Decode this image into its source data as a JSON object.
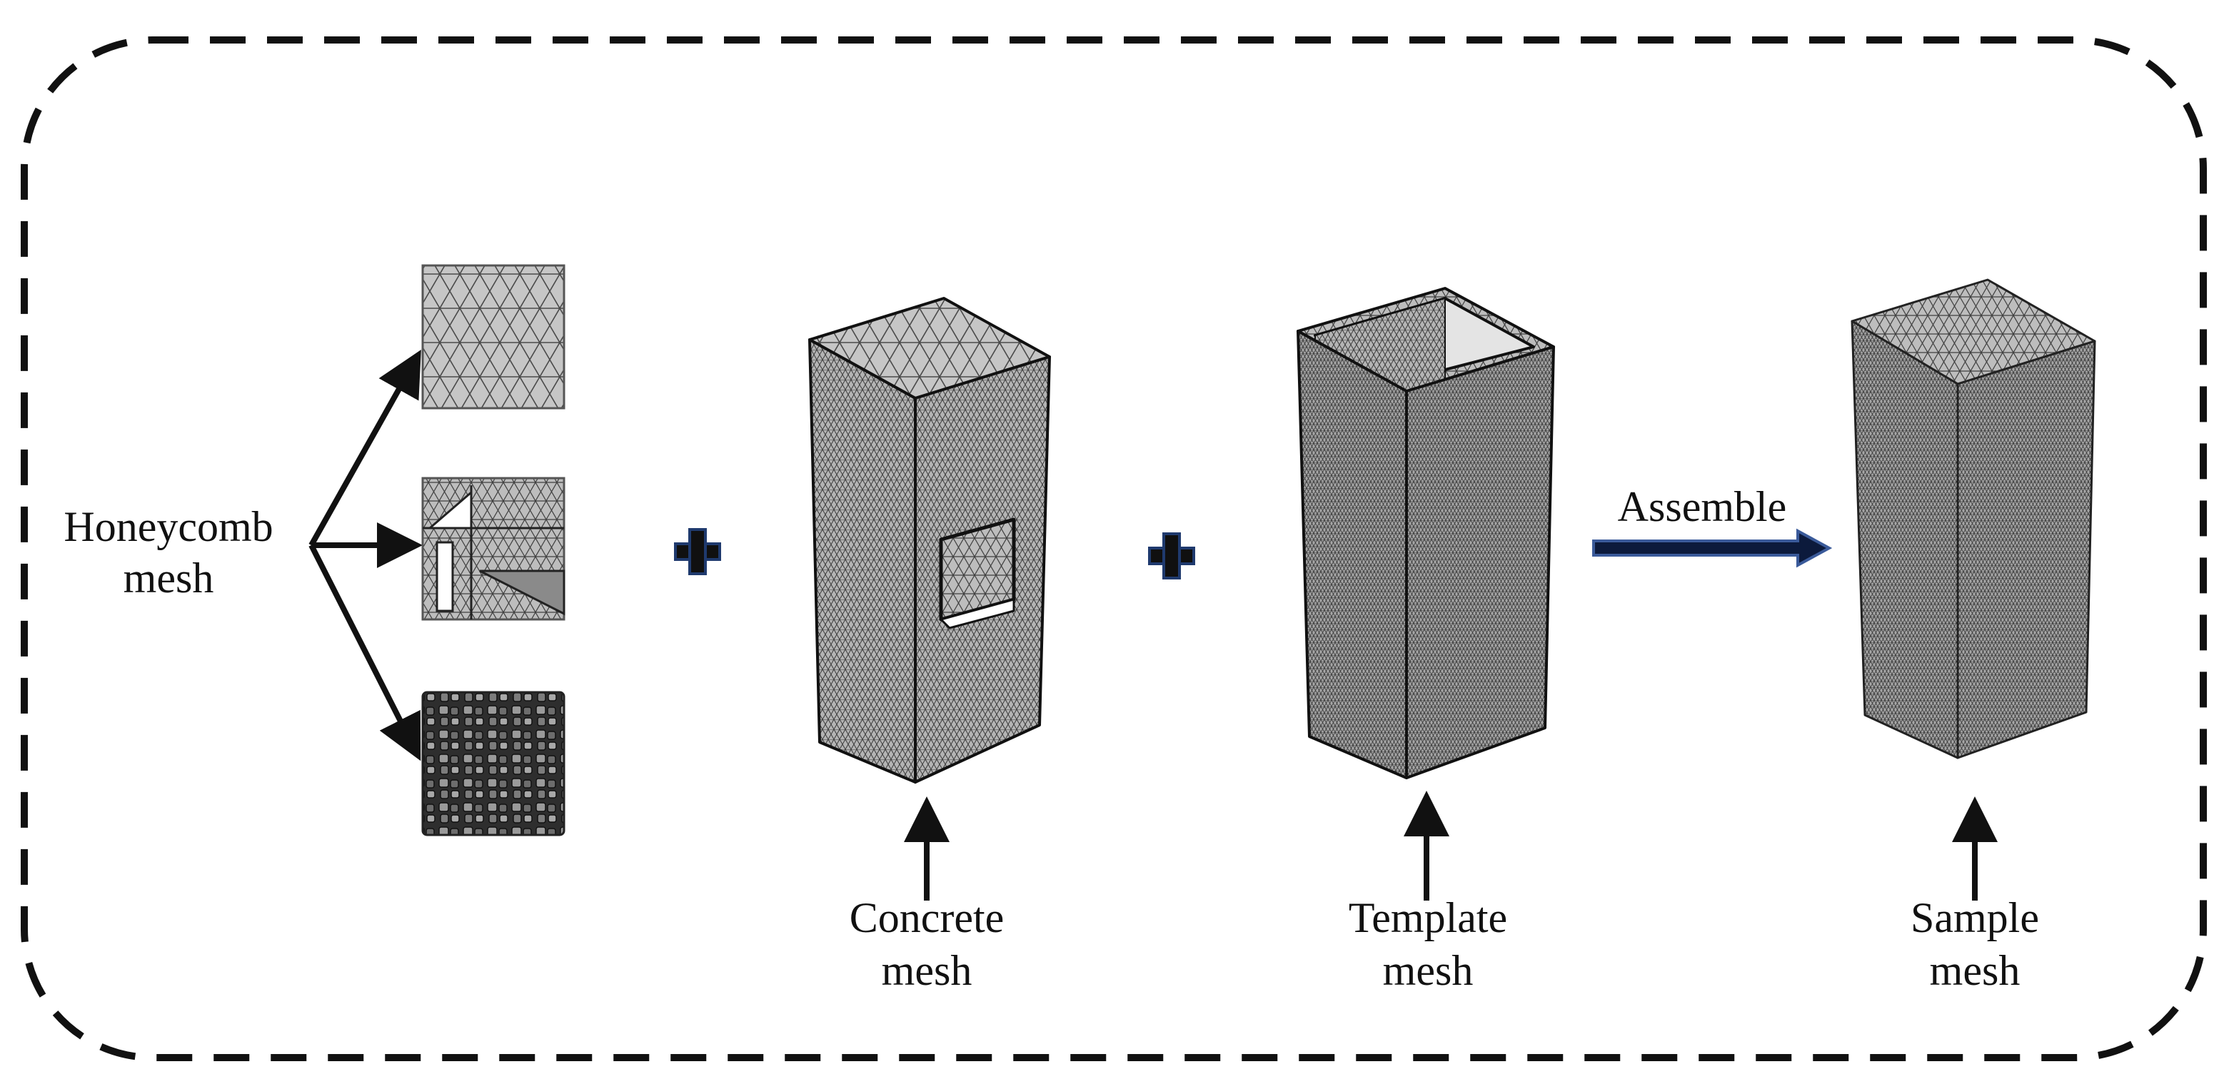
{
  "labels": {
    "honeycomb_line1": "Honeycomb",
    "honeycomb_line2": "mesh",
    "concrete_line1": "Concrete",
    "concrete_line2": "mesh",
    "template_line1": "Template",
    "template_line2": "mesh",
    "sample_line1": "Sample",
    "sample_line2": "mesh",
    "assemble": "Assemble"
  },
  "colors": {
    "frame": "#111111",
    "text": "#111111",
    "plus_fill": "#101010",
    "plus_outline": "#1f3a6e",
    "assemble_arrow_fill": "#0c1a3c",
    "assemble_arrow_outline": "#3a5a9a",
    "mesh_face_light": "#c8c8c8",
    "mesh_face_mid": "#a9a9a9",
    "mesh_face_dark": "#8a8a8a",
    "mesh_line": "#3a3a3a"
  },
  "icons": [
    "plus-icon",
    "plus-icon",
    "arrow-right-icon"
  ]
}
